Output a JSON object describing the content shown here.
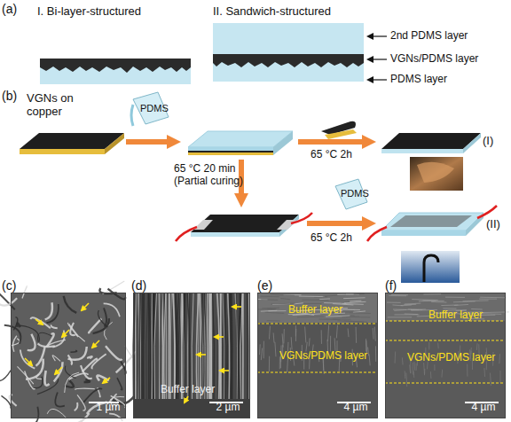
{
  "diagram": {
    "nodes": [
      {
        "text": [
          "1 µm"
        ]
      },
      {
        "text": [
          "Buffer layer",
          "2 µm"
        ]
      },
      {
        "text": [
          "Buffer layer",
          "VGNs/PDMS layer",
          "4 µm"
        ]
      },
      {
        "text": [
          "Buffer layer",
          "VGNs/PDMS layer",
          "4 µm"
        ]
      }
    ],
    "labels": [
      "(a)",
      "I. Bi-layer-structured",
      "II. Sandwich-structured",
      "2nd PDMS layer",
      "VGNs/PDMS layer",
      "PDMS layer",
      "(b)",
      "VGNs on copper",
      "PDMS",
      "65 °C 20 min (Partial curing)",
      "65 °C 2h",
      "(I)",
      "PDMS",
      "65 °C 2h",
      "(II)",
      "(c)",
      "(d)",
      "(e)",
      "(f)"
    ]
  }
}
